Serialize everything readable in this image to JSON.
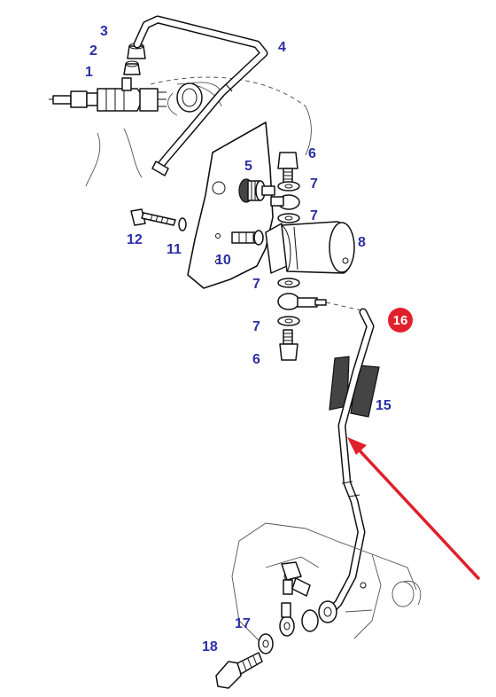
{
  "labels": {
    "l1": "1",
    "l2": "2",
    "l3": "3",
    "l4": "4",
    "l5": "5",
    "l6a": "6",
    "l6b": "6",
    "l7a": "7",
    "l7b": "7",
    "l7c": "7",
    "l7d": "7",
    "l8": "8",
    "l10": "10",
    "l11": "11",
    "l12": "12",
    "l15": "15",
    "l16": "16",
    "l17": "17",
    "l18": "18"
  },
  "colors": {
    "label_text": "#2b2fa6",
    "highlight_badge": "#e0202a",
    "pointer_arrow": "#e0202a"
  }
}
